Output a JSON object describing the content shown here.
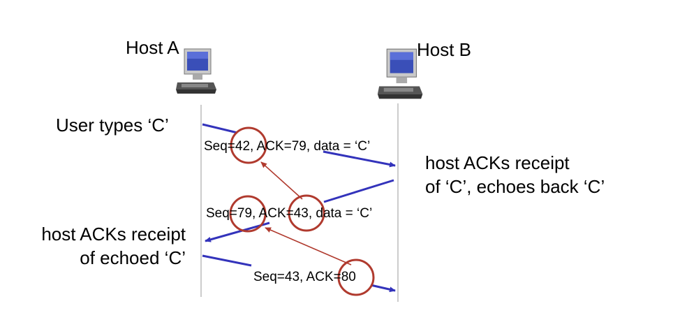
{
  "hosts": {
    "a": {
      "label": "Host A"
    },
    "b": {
      "label": "Host B"
    }
  },
  "left_annotations": {
    "user_types": "User types ‘C’",
    "ack_line1": "host ACKs receipt",
    "ack_line2": "of echoed ‘C’"
  },
  "right_annotations": {
    "line1": "host ACKs receipt",
    "line2": "of ‘C’, echoes back ‘C’"
  },
  "messages": [
    {
      "label": "Seq=42, ACK=79, data = ‘C’"
    },
    {
      "label": "Seq=79, ACK=43, data = ‘C’"
    },
    {
      "label": "Seq=43, ACK=80"
    }
  ],
  "colors": {
    "message_arrow": "#3333bb",
    "annotation_arrow": "#b03a2e",
    "circle": "#b03a2e",
    "timeline": "#999999"
  },
  "icons": [
    "desktop-computer-icon"
  ]
}
